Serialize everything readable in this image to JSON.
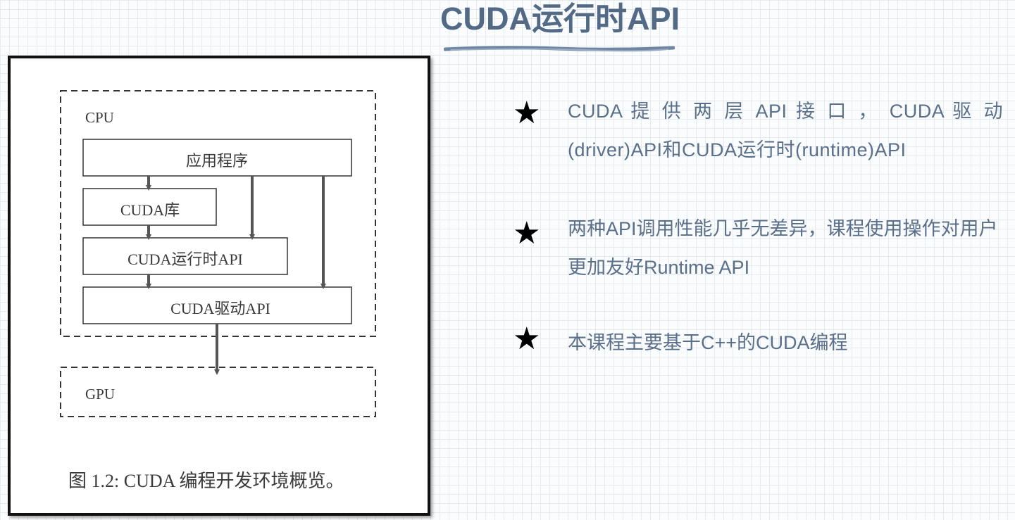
{
  "slide": {
    "title": "CUDA运行时API"
  },
  "figure": {
    "cpu_label": "CPU",
    "gpu_label": "GPU",
    "app_box": "应用程序",
    "cuda_lib_box": "CUDA库",
    "runtime_api_box": "CUDA运行时API",
    "driver_api_box": "CUDA驱动API",
    "caption": "图 1.2: CUDA 编程开发环境概览。"
  },
  "bullets": [
    {
      "icon": "star-icon",
      "text": "CUDA 提 供 两 层 API 接 口 ， CUDA 驱 动 (driver)API和CUDA运行时(runtime)API"
    },
    {
      "icon": "star-icon",
      "text": "两种API调用性能几乎无差异，课程使用操作对用户更加友好Runtime API"
    },
    {
      "icon": "star-icon",
      "text": "本课程主要基于C++的CUDA编程"
    }
  ],
  "colors": {
    "title": "#536a86",
    "bullet_text": "#5a6f8a",
    "star": "#000000",
    "diagram_line": "#555555"
  }
}
